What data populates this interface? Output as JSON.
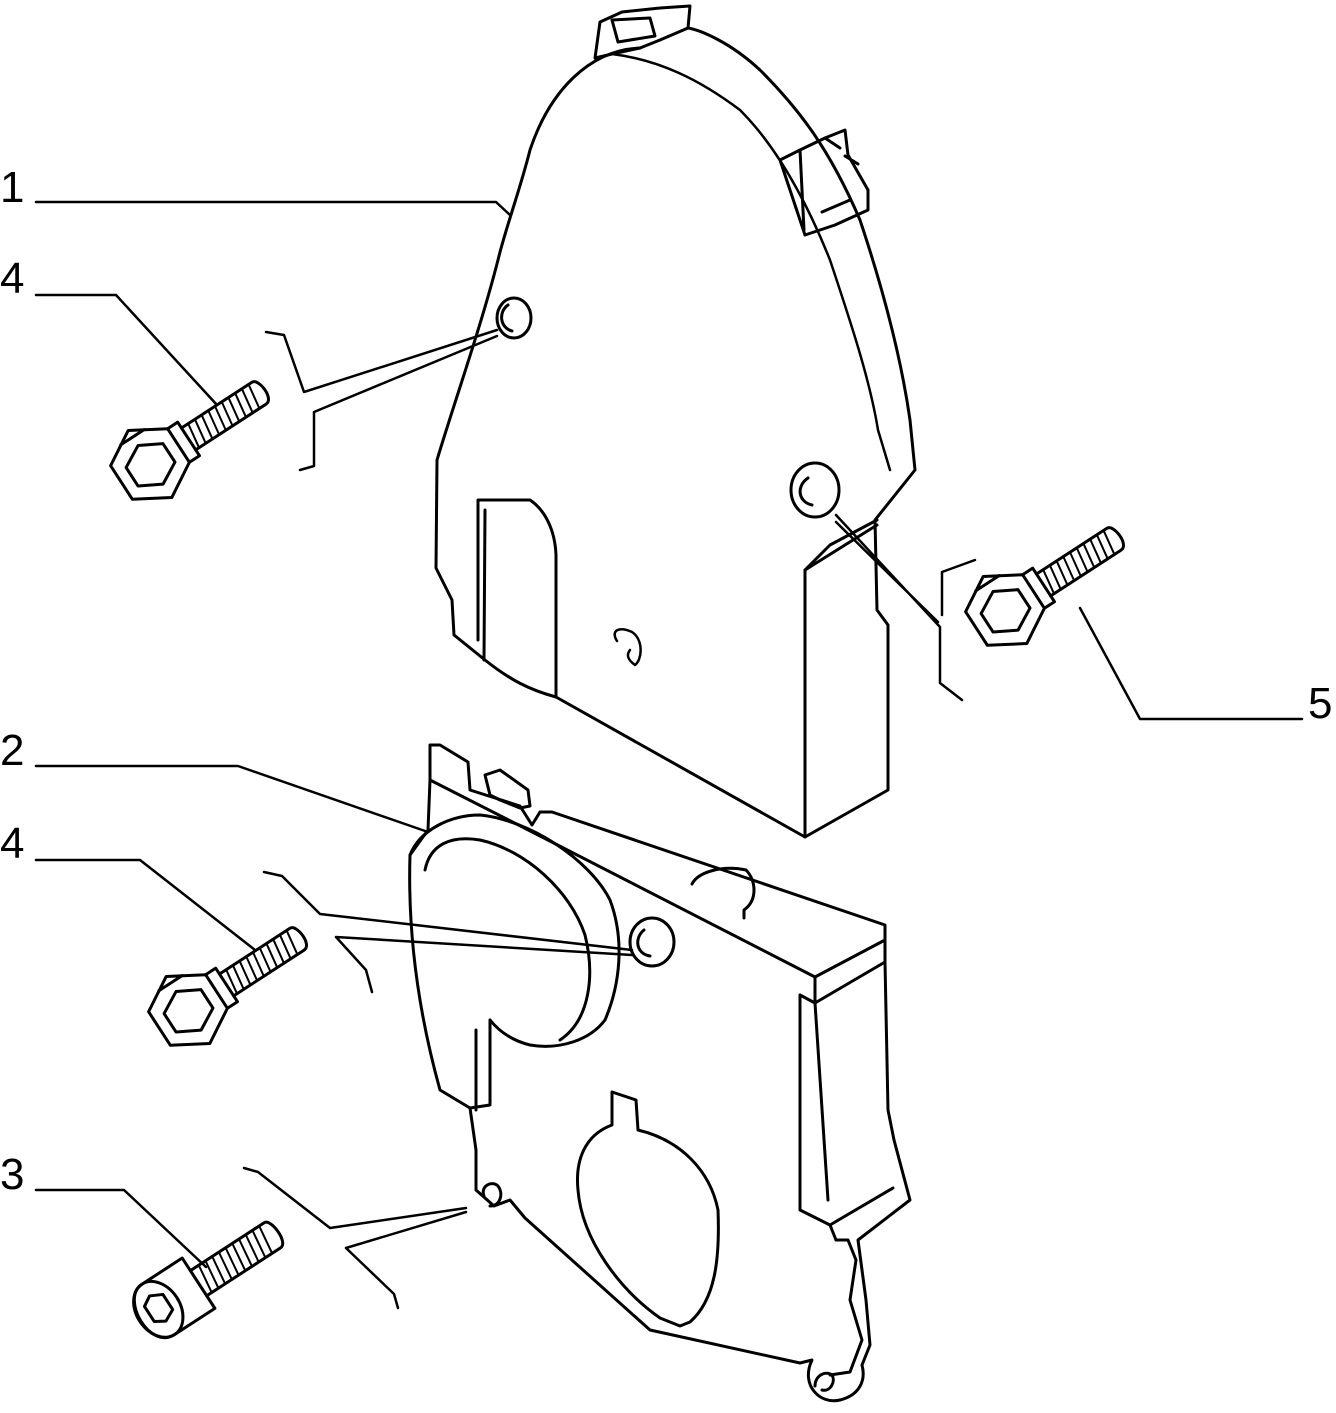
{
  "diagram": {
    "type": "exploded-parts-view",
    "line_color": "#000000",
    "background_color": "#ffffff",
    "callouts": [
      {
        "id": "c1",
        "label": "1",
        "part": "upper-timing-belt-cover"
      },
      {
        "id": "c4a",
        "label": "4",
        "part": "flanged-hex-bolt"
      },
      {
        "id": "c5",
        "label": "5",
        "part": "flanged-hex-bolt"
      },
      {
        "id": "c2",
        "label": "2",
        "part": "lower-timing-belt-cover"
      },
      {
        "id": "c4b",
        "label": "4",
        "part": "flanged-hex-bolt"
      },
      {
        "id": "c3",
        "label": "3",
        "part": "socket-head-cap-screw"
      }
    ]
  }
}
